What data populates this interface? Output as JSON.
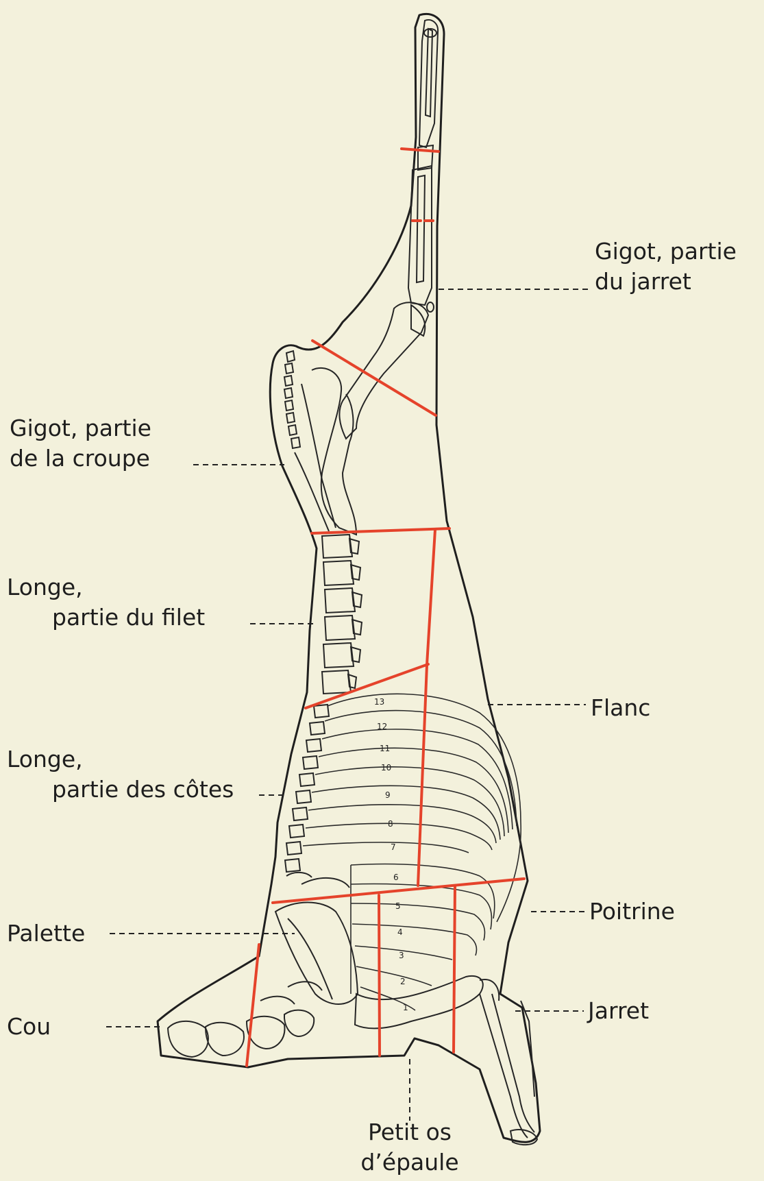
{
  "colors": {
    "background": "#f3f1dc",
    "outline": "#1f1f1f",
    "cut_lines": "#e5432b"
  },
  "labels": {
    "gigot_jarret": [
      "Gigot, partie",
      "du jarret"
    ],
    "gigot_croupe": [
      "Gigot, partie",
      "de la croupe"
    ],
    "longe_filet": [
      "Longe,",
      "partie du filet"
    ],
    "longe_cotes": [
      "Longe,",
      "partie des côtes"
    ],
    "flanc": "Flanc",
    "poitrine": "Poitrine",
    "palette": "Palette",
    "jarret": "Jarret",
    "cou": "Cou",
    "petit_os": [
      "Petit os",
      "d’épaule"
    ]
  },
  "rib_numbers": [
    "13",
    "12",
    "11",
    "10",
    "9",
    "8",
    "7",
    "6",
    "5",
    "4",
    "3",
    "2",
    "1"
  ]
}
